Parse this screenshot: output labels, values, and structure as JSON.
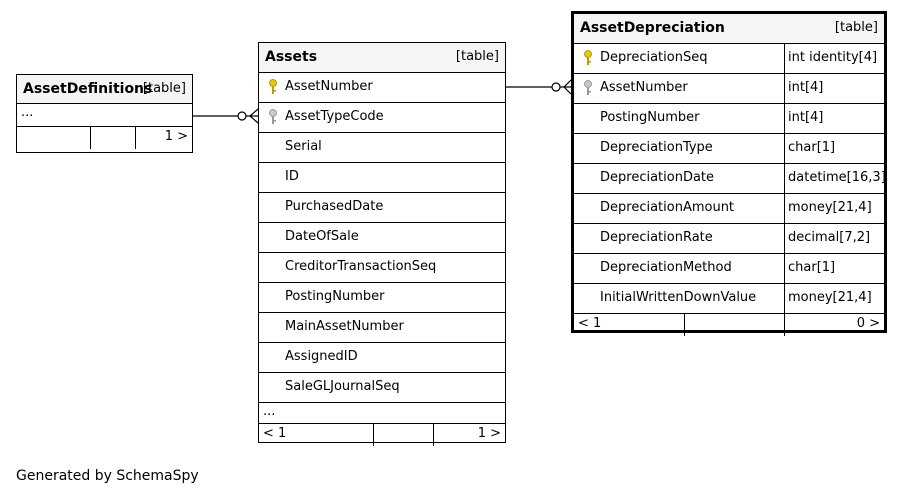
{
  "tables": {
    "asset_definitions": {
      "name": "AssetDefinitions",
      "kind": "[table]",
      "ellipsis": "...",
      "footer_right": "1 >"
    },
    "assets": {
      "name": "Assets",
      "kind": "[table]",
      "columns": [
        "AssetNumber",
        "AssetTypeCode",
        "Serial",
        "ID",
        "PurchasedDate",
        "DateOfSale",
        "CreditorTransactionSeq",
        "PostingNumber",
        "MainAssetNumber",
        "AssignedID",
        "SaleGLJournalSeq"
      ],
      "ellipsis": "...",
      "footer_left": "< 1",
      "footer_right": "1 >"
    },
    "asset_depreciation": {
      "name": "AssetDepreciation",
      "kind": "[table]",
      "columns": [
        {
          "name": "DepreciationSeq",
          "type": "int identity[4]"
        },
        {
          "name": "AssetNumber",
          "type": "int[4]"
        },
        {
          "name": "PostingNumber",
          "type": "int[4]"
        },
        {
          "name": "DepreciationType",
          "type": "char[1]"
        },
        {
          "name": "DepreciationDate",
          "type": "datetime[16,3]"
        },
        {
          "name": "DepreciationAmount",
          "type": "money[21,4]"
        },
        {
          "name": "DepreciationRate",
          "type": "decimal[7,2]"
        },
        {
          "name": "DepreciationMethod",
          "type": "char[1]"
        },
        {
          "name": "InitialWrittenDownValue",
          "type": "money[21,4]"
        }
      ],
      "footer_left": "< 1",
      "footer_right": "0 >"
    }
  },
  "caption": "Generated by SchemaSpy"
}
